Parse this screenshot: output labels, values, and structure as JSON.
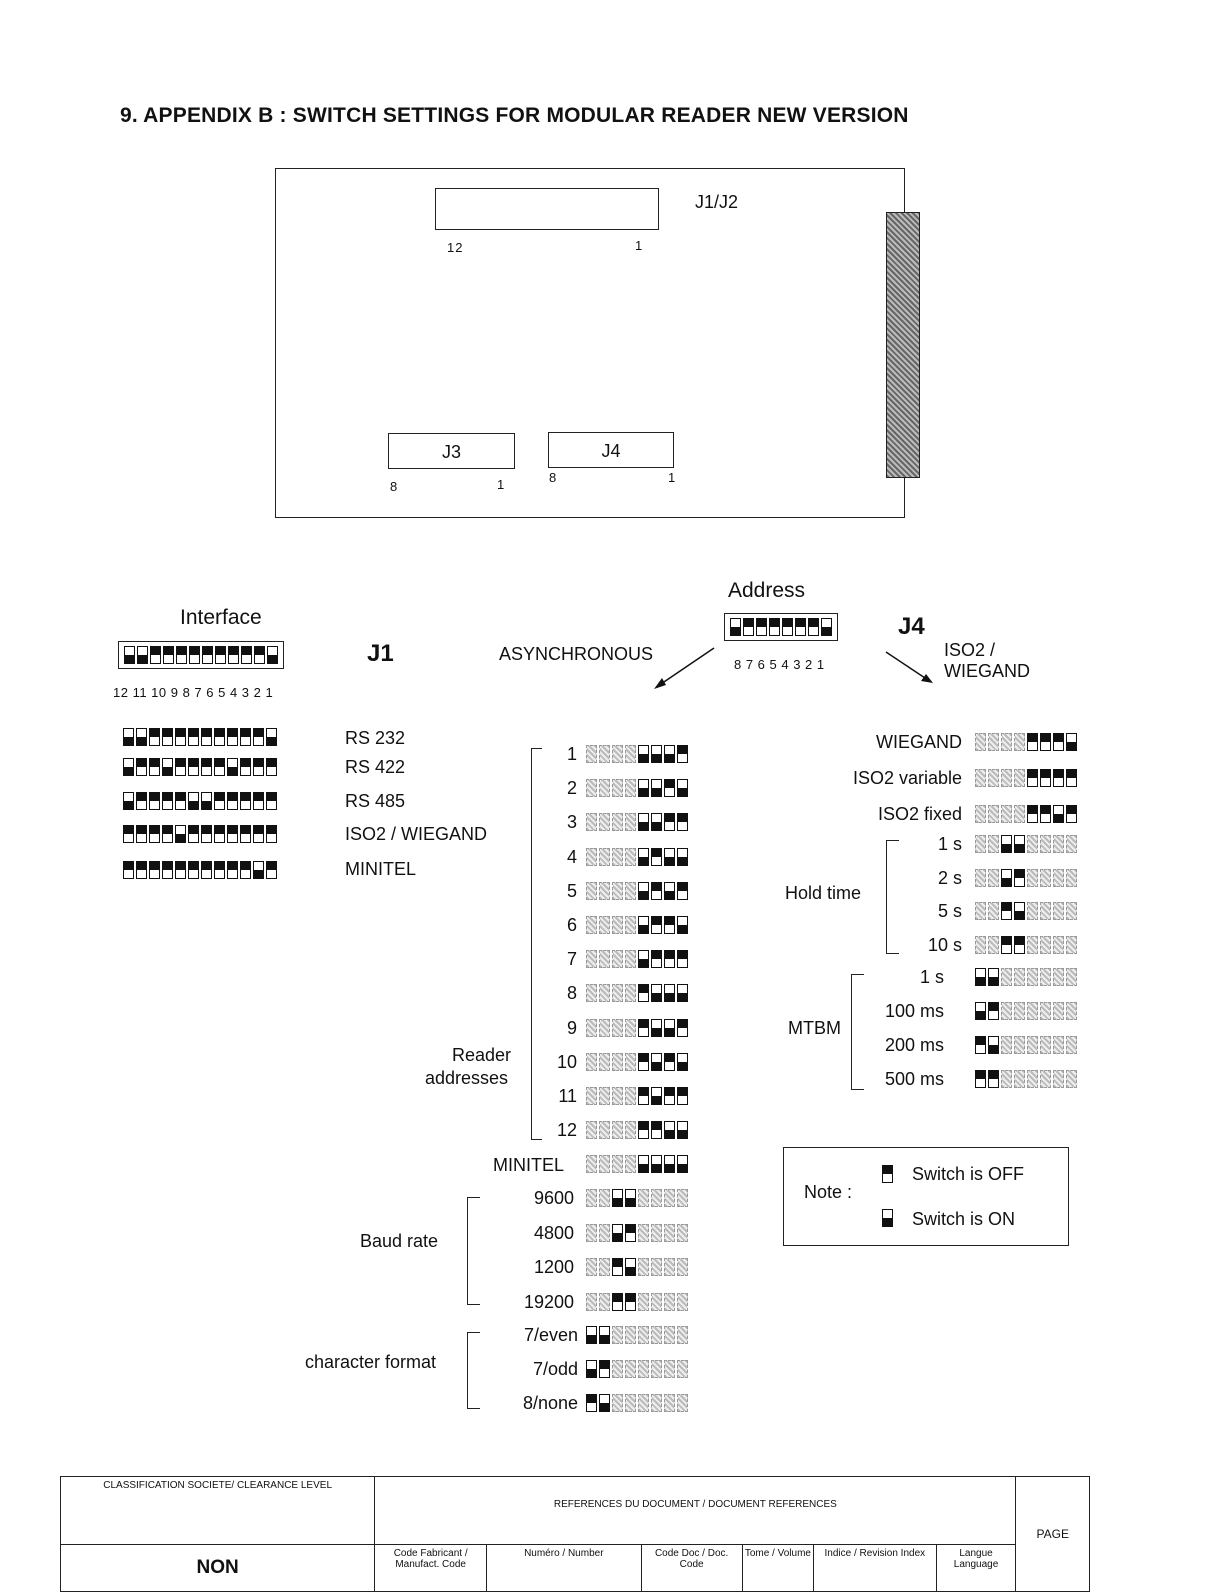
{
  "title": "9.  APPENDIX B : SWITCH SETTINGS FOR MODULAR READER NEW VERSION",
  "board": {
    "j12_label": "J1/J2",
    "j12_pin_left": "12",
    "j12_pin_right": "1",
    "j3_label": "J3",
    "j3_pin_left": "8",
    "j3_pin_right": "1",
    "j4_label": "J4",
    "j4_pin_left": "8",
    "j4_pin_right": "1"
  },
  "interface": {
    "title": "Interface",
    "connector": "J1",
    "pins": "12 11 10 9 8 7 6 5 4 3 2 1",
    "header_bits": "110000000001",
    "rows": [
      {
        "label": "RS 232",
        "bits": "110000000001"
      },
      {
        "label": "RS 422",
        "bits": "100100001000"
      },
      {
        "label": "RS 485",
        "bits": "100001100000"
      },
      {
        "label": "ISO2 / WIEGAND",
        "bits": "000010000000"
      },
      {
        "label": "MINITEL",
        "bits": "000000000010"
      }
    ]
  },
  "address": {
    "title": "Address",
    "connector": "J4",
    "pins": "8 7 6 5 4 3 2 1",
    "header_bits": "10000001",
    "async_label": "ASYNCHRONOUS",
    "iso_label_1": "ISO2 /",
    "iso_label_2": "WIEGAND"
  },
  "async": {
    "reader_label_1": "Reader",
    "reader_label_2": "addresses",
    "readers": [
      {
        "label": "1",
        "bits": "xxxx1110"
      },
      {
        "label": "2",
        "bits": "xxxx1101"
      },
      {
        "label": "3",
        "bits": "xxxx1100"
      },
      {
        "label": "4",
        "bits": "xxxx1011"
      },
      {
        "label": "5",
        "bits": "xxxx1010"
      },
      {
        "label": "6",
        "bits": "xxxx1001"
      },
      {
        "label": "7",
        "bits": "xxxx1000"
      },
      {
        "label": "8",
        "bits": "xxxx0111"
      },
      {
        "label": "9",
        "bits": "xxxx0110"
      },
      {
        "label": "10",
        "bits": "xxxx0101"
      },
      {
        "label": "11",
        "bits": "xxxx0100"
      },
      {
        "label": "12",
        "bits": "xxxx0011"
      }
    ],
    "minitel": {
      "label": "MINITEL",
      "bits": "xxxx1111"
    },
    "baud_label": "Baud rate",
    "baud": [
      {
        "label": "9600",
        "bits": "xx11xxxx"
      },
      {
        "label": "4800",
        "bits": "xx10xxxx"
      },
      {
        "label": "1200",
        "bits": "xx01xxxx"
      },
      {
        "label": "19200",
        "bits": "xx00xxxx"
      }
    ],
    "char_label": "character format",
    "char": [
      {
        "label": "7/even",
        "bits": "11xxxxxx"
      },
      {
        "label": "7/odd",
        "bits": "10xxxxxx"
      },
      {
        "label": "8/none",
        "bits": "01xxxxxx"
      }
    ]
  },
  "iso": {
    "modes": [
      {
        "label": "WIEGAND",
        "bits": "xxxx0001"
      },
      {
        "label": "ISO2 variable",
        "bits": "xxxx0000"
      },
      {
        "label": "ISO2 fixed",
        "bits": "xxxx0010"
      }
    ],
    "hold_label": "Hold time",
    "hold": [
      {
        "label": "1 s",
        "bits": "xx11xxxx"
      },
      {
        "label": "2 s",
        "bits": "xx10xxxx"
      },
      {
        "label": "5 s",
        "bits": "xx01xxxx"
      },
      {
        "label": "10 s",
        "bits": "xx00xxxx"
      }
    ],
    "mtbm_label": "MTBM",
    "mtbm": [
      {
        "label": "1 s",
        "bits": "11xxxxxx"
      },
      {
        "label": "100 ms",
        "bits": "10xxxxxx"
      },
      {
        "label": "200 ms",
        "bits": "01xxxxxx"
      },
      {
        "label": "500 ms",
        "bits": "00xxxxxx"
      }
    ]
  },
  "note": {
    "label": "Note :",
    "off_text": "Switch is OFF",
    "on_text": "Switch is ON"
  },
  "footer": {
    "clearance_header": "CLASSIFICATION SOCIETE/ CLEARANCE LEVEL",
    "clearance_value": "NON",
    "references_header": "REFERENCES DU DOCUMENT / DOCUMENT REFERENCES",
    "col_code": "Code Fabricant / Manufact. Code",
    "col_number": "Numéro / Number",
    "col_doc": "Code Doc / Doc. Code",
    "col_tome": "Tome / Volume",
    "col_index": "Indice / Revision Index",
    "col_lang": "Langue Language",
    "page_label": "PAGE"
  }
}
